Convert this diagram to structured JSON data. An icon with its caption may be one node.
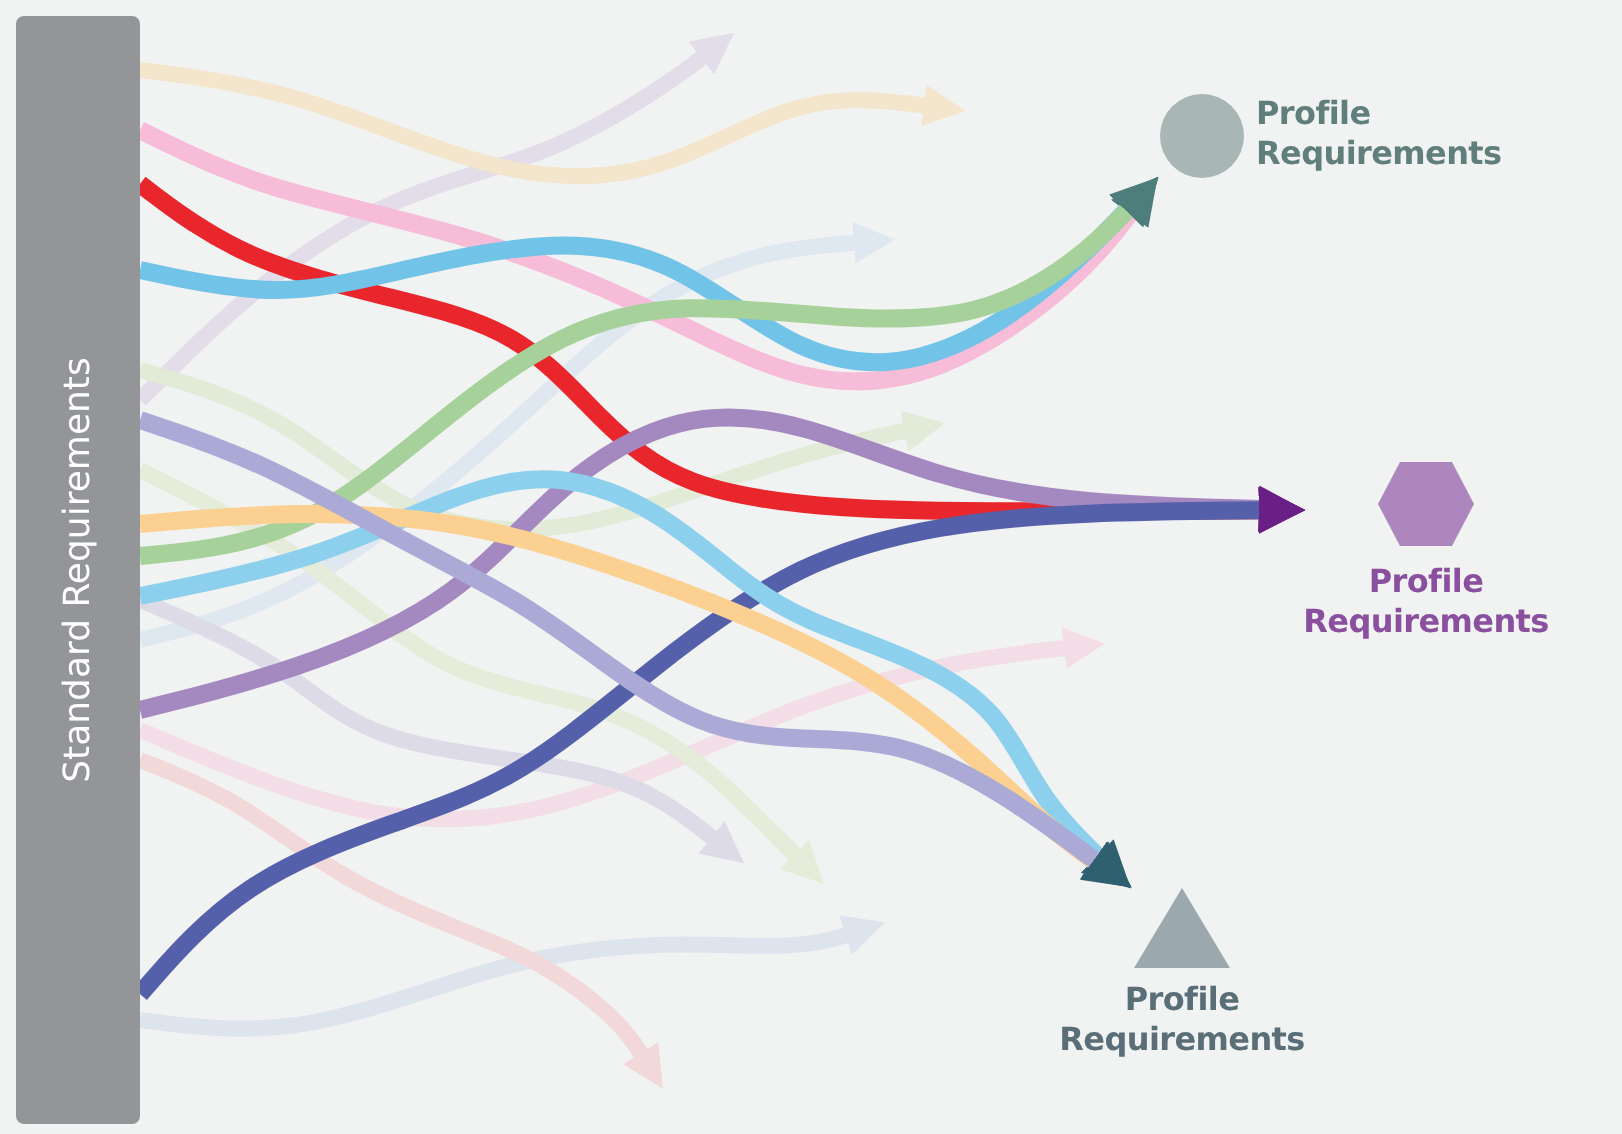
{
  "diagram": {
    "nodes": [
      {
        "text": [
          "Standard Requirements"
        ]
      },
      {
        "text": [
          "Profile Requirements"
        ]
      },
      {
        "text": [
          "Profile Requirements"
        ]
      },
      {
        "text": [
          "Profile Requirements"
        ]
      }
    ],
    "edges": [
      {
        "from": 0,
        "to": 2,
        "arrow": "to",
        "color": "#e8262b"
      },
      {
        "from": 0,
        "to": 1,
        "arrow": "to",
        "color": "#f7bcd8"
      },
      {
        "from": 0,
        "to": 1,
        "arrow": "to",
        "color": "#72c3e8"
      },
      {
        "from": 0,
        "to": 1,
        "arrow": "to",
        "color": "#a6d19a"
      },
      {
        "from": 0,
        "to": 2,
        "arrow": "to",
        "color": "#a488c0"
      },
      {
        "from": 0,
        "to": 2,
        "arrow": "to",
        "color": "#5560aa"
      },
      {
        "from": 0,
        "to": 3,
        "arrow": "to",
        "color": "#8dd0ee"
      },
      {
        "from": 0,
        "to": 3,
        "arrow": "to",
        "color": "#fbd091"
      },
      {
        "from": 0,
        "to": 3,
        "arrow": "to",
        "color": "#abaad6"
      },
      {
        "from": 0,
        "to": null,
        "arrow": "to",
        "color": "#e2dde9"
      },
      {
        "from": 0,
        "to": null,
        "arrow": "to",
        "color": "#f3e6cc"
      },
      {
        "from": 0,
        "to": null,
        "arrow": "to",
        "color": "#dfe8f1"
      },
      {
        "from": 0,
        "to": null,
        "arrow": "to",
        "color": "#e2ebd8"
      },
      {
        "from": 0,
        "to": null,
        "arrow": "to",
        "color": "#f3dde6"
      },
      {
        "from": 0,
        "to": null,
        "arrow": "to",
        "color": "#dedbe8"
      },
      {
        "from": 0,
        "to": null,
        "arrow": "to",
        "color": "#e5ecd9"
      },
      {
        "from": 0,
        "to": null,
        "arrow": "to",
        "color": "#dde4ee"
      },
      {
        "from": 0,
        "to": null,
        "arrow": "to",
        "color": "#f2d8d8"
      }
    ]
  }
}
